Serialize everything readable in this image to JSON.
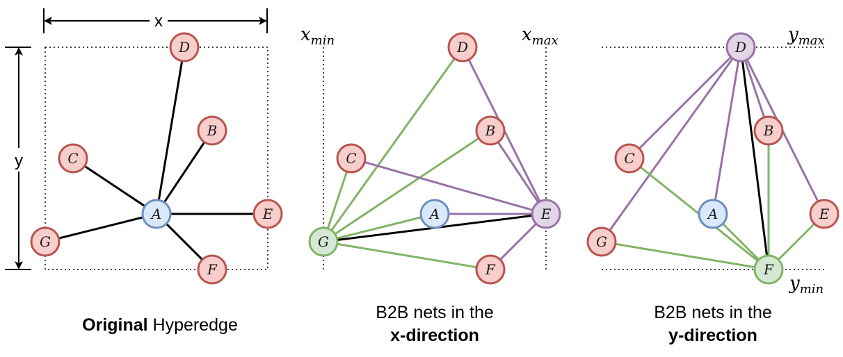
{
  "colors": {
    "red_fill": "#f8cecc",
    "red_stroke": "#b85450",
    "blue_fill": "#dae8fc",
    "blue_stroke": "#6c8ebf",
    "purple_fill": "#e1d5e7",
    "purple_stroke": "#9673a6",
    "green_fill": "#d5e8d4",
    "green_stroke": "#82b366",
    "black": "#000000"
  },
  "panels": [
    {
      "id": "original",
      "caption_bold": "Original",
      "caption_rest": " Hyperedge",
      "dimension_labels": {
        "x": "x",
        "y": "y"
      },
      "nodes": [
        {
          "label": "D",
          "color": "red"
        },
        {
          "label": "B",
          "color": "red"
        },
        {
          "label": "C",
          "color": "red"
        },
        {
          "label": "A",
          "color": "blue"
        },
        {
          "label": "E",
          "color": "red"
        },
        {
          "label": "G",
          "color": "red"
        },
        {
          "label": "F",
          "color": "red"
        }
      ],
      "edges": [
        {
          "from": "A",
          "to": "D",
          "color": "black"
        },
        {
          "from": "A",
          "to": "B",
          "color": "black"
        },
        {
          "from": "A",
          "to": "C",
          "color": "black"
        },
        {
          "from": "A",
          "to": "E",
          "color": "black"
        },
        {
          "from": "A",
          "to": "G",
          "color": "black"
        },
        {
          "from": "A",
          "to": "F",
          "color": "black"
        }
      ]
    },
    {
      "id": "x-direction",
      "caption_line1": "B2B nets in the",
      "caption_line2": "x-direction",
      "bound_labels": [
        {
          "var": "x",
          "sub": "min"
        },
        {
          "var": "x",
          "sub": "max"
        }
      ],
      "nodes": [
        {
          "label": "D",
          "color": "red"
        },
        {
          "label": "B",
          "color": "red"
        },
        {
          "label": "C",
          "color": "red"
        },
        {
          "label": "A",
          "color": "blue"
        },
        {
          "label": "E",
          "color": "purple"
        },
        {
          "label": "G",
          "color": "green"
        },
        {
          "label": "F",
          "color": "red"
        }
      ],
      "edges": [
        {
          "from": "G",
          "to": "D",
          "color": "green"
        },
        {
          "from": "G",
          "to": "B",
          "color": "green"
        },
        {
          "from": "G",
          "to": "C",
          "color": "green"
        },
        {
          "from": "G",
          "to": "A",
          "color": "green"
        },
        {
          "from": "G",
          "to": "F",
          "color": "green"
        },
        {
          "from": "E",
          "to": "D",
          "color": "purple"
        },
        {
          "from": "E",
          "to": "B",
          "color": "purple"
        },
        {
          "from": "E",
          "to": "C",
          "color": "purple"
        },
        {
          "from": "E",
          "to": "A",
          "color": "purple"
        },
        {
          "from": "E",
          "to": "F",
          "color": "purple"
        },
        {
          "from": "G",
          "to": "E",
          "color": "black"
        }
      ]
    },
    {
      "id": "y-direction",
      "caption_line1": "B2B nets in the",
      "caption_line2": "y-direction",
      "bound_labels": [
        {
          "var": "y",
          "sub": "max"
        },
        {
          "var": "y",
          "sub": "min"
        }
      ],
      "nodes": [
        {
          "label": "D",
          "color": "purple"
        },
        {
          "label": "B",
          "color": "red"
        },
        {
          "label": "C",
          "color": "red"
        },
        {
          "label": "A",
          "color": "blue"
        },
        {
          "label": "E",
          "color": "red"
        },
        {
          "label": "G",
          "color": "red"
        },
        {
          "label": "F",
          "color": "green"
        }
      ],
      "edges": [
        {
          "from": "D",
          "to": "C",
          "color": "purple"
        },
        {
          "from": "D",
          "to": "G",
          "color": "purple"
        },
        {
          "from": "D",
          "to": "A",
          "color": "purple"
        },
        {
          "from": "D",
          "to": "B",
          "color": "purple"
        },
        {
          "from": "D",
          "to": "E",
          "color": "purple"
        },
        {
          "from": "F",
          "to": "C",
          "color": "green"
        },
        {
          "from": "F",
          "to": "G",
          "color": "green"
        },
        {
          "from": "F",
          "to": "A",
          "color": "green"
        },
        {
          "from": "F",
          "to": "B",
          "color": "green"
        },
        {
          "from": "F",
          "to": "E",
          "color": "green"
        },
        {
          "from": "D",
          "to": "F",
          "color": "black"
        }
      ]
    }
  ]
}
